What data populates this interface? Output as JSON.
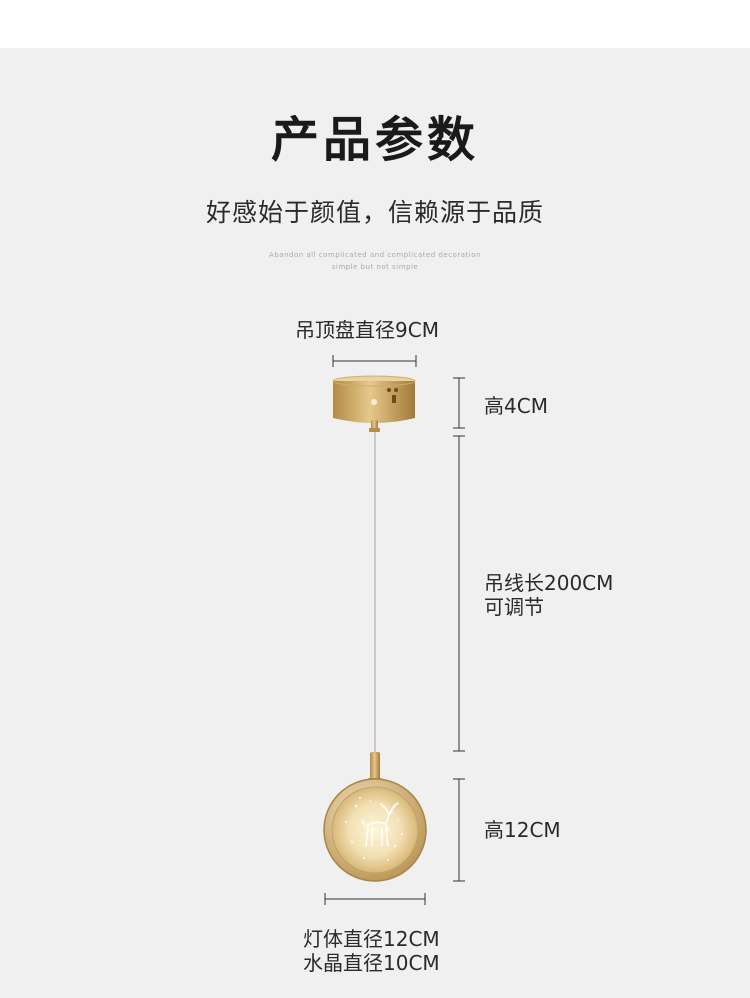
{
  "header": {
    "title": "产品参数",
    "subtitle": "好感始于颜值，信赖源于品质",
    "english_line1": "Abandon all complicated and complicated decoration",
    "english_line2": "simple but not simple"
  },
  "dimensions": {
    "canopy_diameter": "吊顶盘直径9CM",
    "canopy_height": "高4CM",
    "cable_length": "吊线长200CM",
    "cable_adjustable": "可调节",
    "lamp_height": "高12CM",
    "lamp_diameter": "灯体直径12CM",
    "crystal_diameter": "水晶直径10CM"
  },
  "colors": {
    "background": "#f1f0f0",
    "gold": "#c9a25a",
    "text": "#2a2a2a"
  }
}
